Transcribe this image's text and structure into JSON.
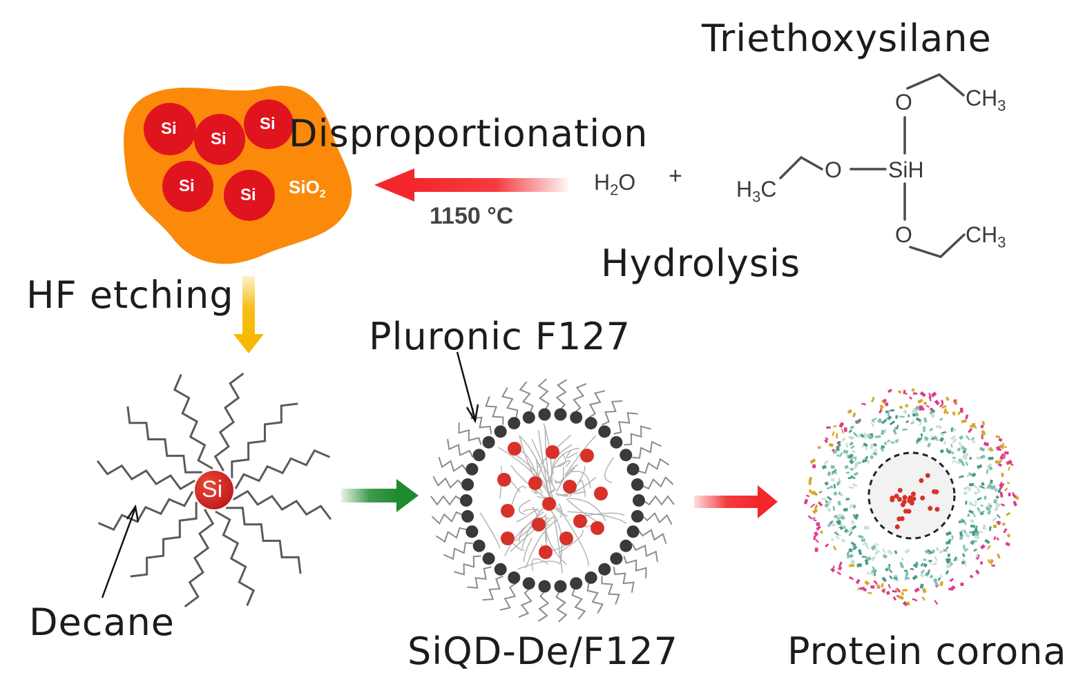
{
  "labels": {
    "triethoxysilane": "Triethoxysilane",
    "disproportionation": "Disproportionation",
    "temperature": "1150 °C",
    "hydrolysis": "Hydrolysis",
    "hf_etching": "HF etching",
    "pluronic": "Pluronic F127",
    "decane": "Decane",
    "siqd": "SiQD-De/F127",
    "protein_corona": "Protein corona"
  },
  "chemistry": {
    "water_H": "H",
    "water_sub": "2",
    "water_O": "O",
    "plus": "+",
    "ch3": "CH",
    "three": "3",
    "h3c_H": "H",
    "h3c_C": "C",
    "oxygen": "O",
    "sih": "SiH"
  },
  "particle": {
    "si_label": "Si",
    "sio2_label": "SiO",
    "sio2_sub": "2",
    "core_label": "Si"
  },
  "colors": {
    "oxide": "#fb8a0b",
    "si_core": "#e0141f",
    "red_arrow": "#f3262a",
    "yellow_arrow": "#f7b800",
    "green_arrow": "#1f8a2e",
    "dot_shell": "#3a3a3a",
    "protein_pink": "#e03a8e"
  }
}
